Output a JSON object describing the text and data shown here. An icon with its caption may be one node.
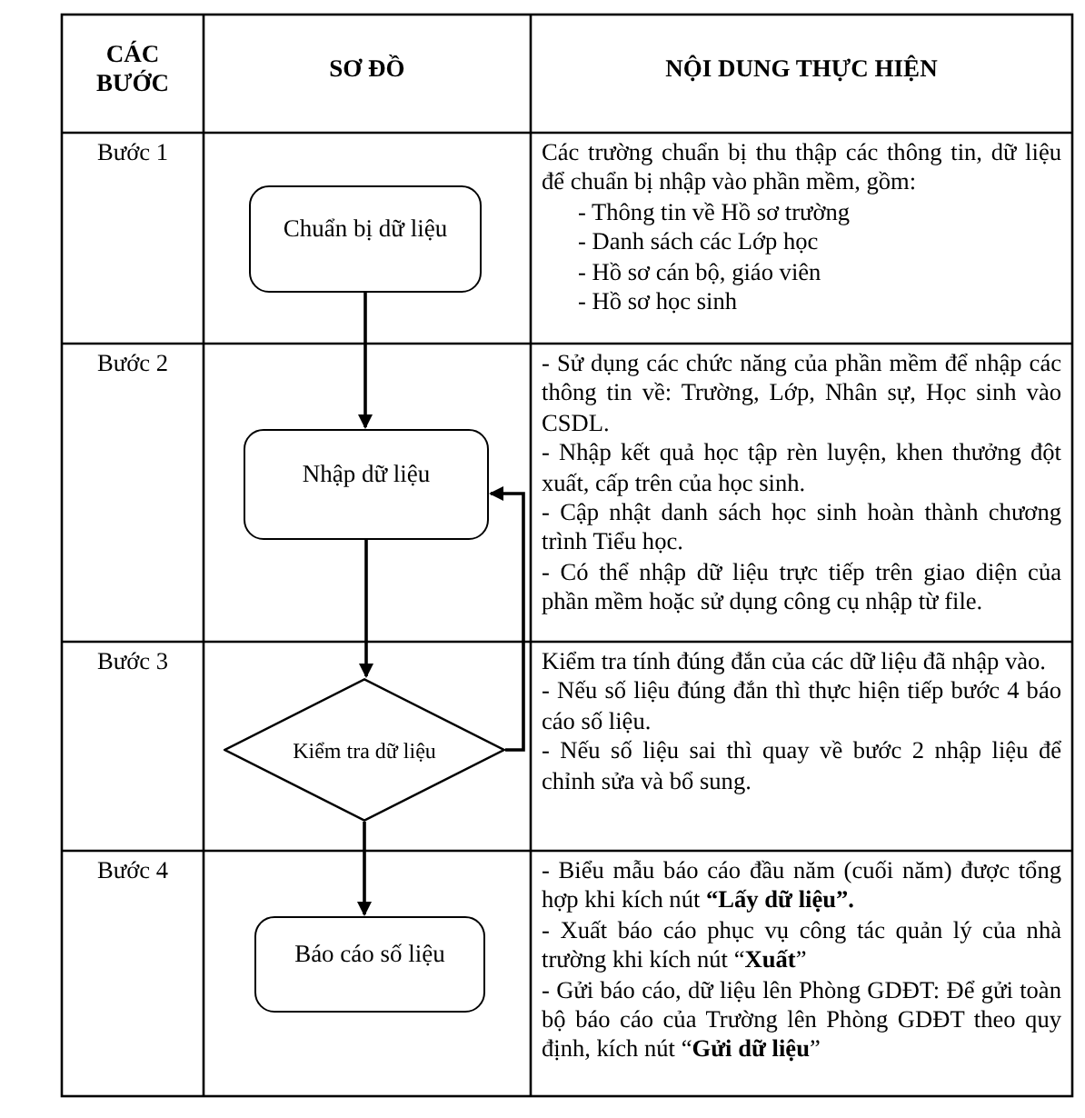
{
  "diagram": {
    "nodes": [
      {
        "text": [
          "Chuẩn bị dữ liệu"
        ]
      },
      {
        "text": [
          "Nhập dữ liệu"
        ]
      },
      {
        "text": [
          "Kiểm tra dữ liệu"
        ]
      },
      {
        "text": [
          "Báo cáo số liệu"
        ]
      }
    ],
    "edges": [
      {
        "from": 0,
        "to": 1,
        "arrow": "to"
      },
      {
        "from": 1,
        "to": 2,
        "arrow": "to"
      },
      {
        "from": 2,
        "to": 3,
        "arrow": "to"
      },
      {
        "from": 2,
        "to": 1,
        "arrow": "to"
      }
    ],
    "labels": [
      "CÁC BƯỚC",
      "SƠ ĐỒ",
      "NỘI DUNG THỰC HIỆN",
      "Bước 1",
      "Các trường chuẩn bị thu thập các thông tin, dữ liệu để chuẩn bị nhập vào phần mềm, gồm:",
      "- Thông tin về Hồ sơ trường",
      "- Danh sách các Lớp học",
      "- Hồ sơ cán bộ, giáo viên",
      "- Hồ sơ học sinh",
      "Bước 2",
      "- Sử dụng các chức năng của phần mềm để nhập các thông tin về: Trường, Lớp, Nhân sự, Học sinh vào CSDL.",
      "- Nhập kết quả học tập rèn luyện, khen thưởng đột xuất, cấp trên của học sinh.",
      "- Cập nhật danh sách học sinh hoàn thành chương trình Tiểu học.",
      "- Có thể nhập dữ liệu trực tiếp trên giao diện của phần mềm hoặc sử dụng công cụ nhập từ file.",
      "Bước 3",
      "Kiểm tra tính đúng đắn của các dữ liệu đã nhập vào.",
      "- Nếu số liệu đúng đắn thì thực hiện tiếp bước 4 báo cáo số liệu.",
      "- Nếu số liệu sai thì quay về bước 2 nhập liệu để chỉnh sửa và bổ sung.",
      "Bước 4",
      "- Biểu mẫu báo cáo đầu năm (cuối năm) được tổng hợp khi kích nút **“Lấy dữ liệu”.**",
      "- Xuất báo cáo phục vụ công tác quản lý của nhà trường khi kích nút “**Xuất**”",
      "- Gửi báo cáo, dữ liệu lên Phòng GDĐT: Để gửi toàn bộ báo cáo của Trường lên Phòng GDĐT theo quy định, kích nút “**Gửi dữ liệu**”"
    ]
  }
}
